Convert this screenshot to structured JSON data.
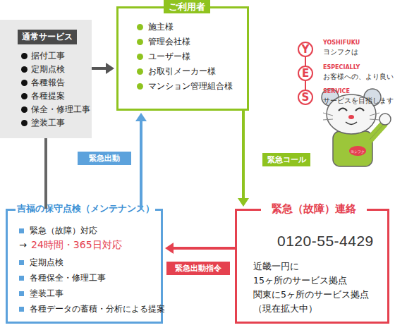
{
  "diagram": {
    "nodes": [
      {
        "text": [
          "据付工事",
          "定期点検",
          "各種報告",
          "各種提案",
          "保全・修理工事",
          "塗装工事"
        ]
      },
      {
        "text": [
          "通常サービス"
        ],
        "in": 0
      },
      {
        "text": [
          "ご利用者",
          "施主様",
          "管理会社様",
          "ユーザー様",
          "お取引メーカー様",
          "マンション管理組合様"
        ]
      },
      {
        "text": [
          "Y"
        ]
      },
      {
        "text": [
          "E"
        ]
      },
      {
        "text": [
          "S"
        ]
      },
      {
        "text": [
          "吉福の保守点検（メンテナンス）",
          "緊急（故障）対応",
          "→",
          "24時間・365日対応",
          "定期点検",
          "各種保全・修理工事",
          "塗装工事",
          "各種データの蓄積・分析による提案"
        ]
      },
      {
        "text": [
          "緊急（故障）連絡",
          "0120-55-4429",
          "近畿一円に 15ヶ所のサービス拠点 関東に5ヶ所のサービス拠点 （現在拡大中）"
        ]
      }
    ],
    "edges": [
      {
        "from": 0,
        "to": 2,
        "arrow": "to"
      },
      {
        "from": 2,
        "to": 7,
        "label": "緊急コール",
        "arrow": "to"
      },
      {
        "from": 7,
        "to": 6,
        "label": "緊急出動指令",
        "arrow": "to"
      },
      {
        "from": 6,
        "to": 2,
        "label": "緊急出動",
        "arrow": "to"
      },
      {
        "from": 0,
        "to": 6,
        "arrow": "none"
      }
    ],
    "labels": [
      "YOSHIFUKU",
      "ヨシフクは",
      "ESPECIALLY",
      "お客様への、より良い",
      "SERVICE",
      "サービスを目指します",
      "ヨシフク"
    ]
  }
}
